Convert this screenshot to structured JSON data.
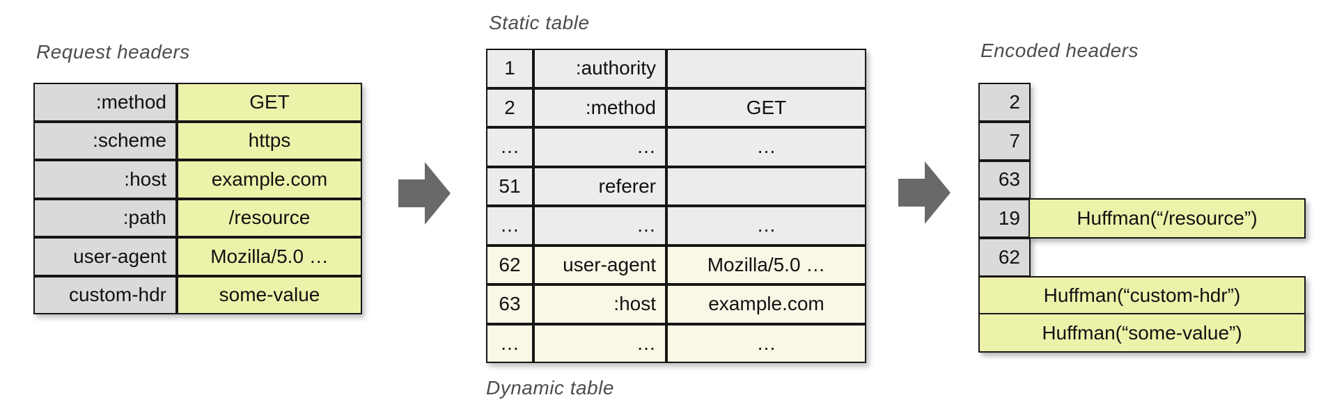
{
  "colors": {
    "label_gray": "#dadada",
    "static_gray": "#ececeb",
    "dynamic_cream": "#faf7e6",
    "value_green": "#edf2ab",
    "arrow_gray": "#696969",
    "border_black": "#161616",
    "title_gray": "#4d4d4d"
  },
  "request_headers": {
    "title": "Request headers",
    "rows": [
      {
        "name": ":method",
        "value": "GET"
      },
      {
        "name": ":scheme",
        "value": "https"
      },
      {
        "name": ":host",
        "value": "example.com"
      },
      {
        "name": ":path",
        "value": "/resource"
      },
      {
        "name": "user-agent",
        "value": "Mozilla/5.0 …"
      },
      {
        "name": "custom-hdr",
        "value": "some-value"
      }
    ]
  },
  "lookup_table": {
    "static_title": "Static table",
    "dynamic_title": "Dynamic table",
    "rows": [
      {
        "index": "1",
        "name": ":authority",
        "value": "",
        "section": "static"
      },
      {
        "index": "2",
        "name": ":method",
        "value": "GET",
        "section": "static"
      },
      {
        "index": "…",
        "name": "…",
        "value": "…",
        "section": "static"
      },
      {
        "index": "51",
        "name": "referer",
        "value": "",
        "section": "static"
      },
      {
        "index": "…",
        "name": "…",
        "value": "…",
        "section": "static"
      },
      {
        "index": "62",
        "name": "user-agent",
        "value": "Mozilla/5.0 …",
        "section": "dynamic"
      },
      {
        "index": "63",
        "name": ":host",
        "value": "example.com",
        "section": "dynamic"
      },
      {
        "index": "…",
        "name": "…",
        "value": "…",
        "section": "dynamic"
      }
    ]
  },
  "encoded_headers": {
    "title": "Encoded headers",
    "indices": [
      "2",
      "7",
      "63",
      "19",
      "62"
    ],
    "resource_literal": "Huffman(“/resource”)",
    "literals": [
      "Huffman(“custom-hdr”)",
      "Huffman(“some-value”)"
    ]
  }
}
